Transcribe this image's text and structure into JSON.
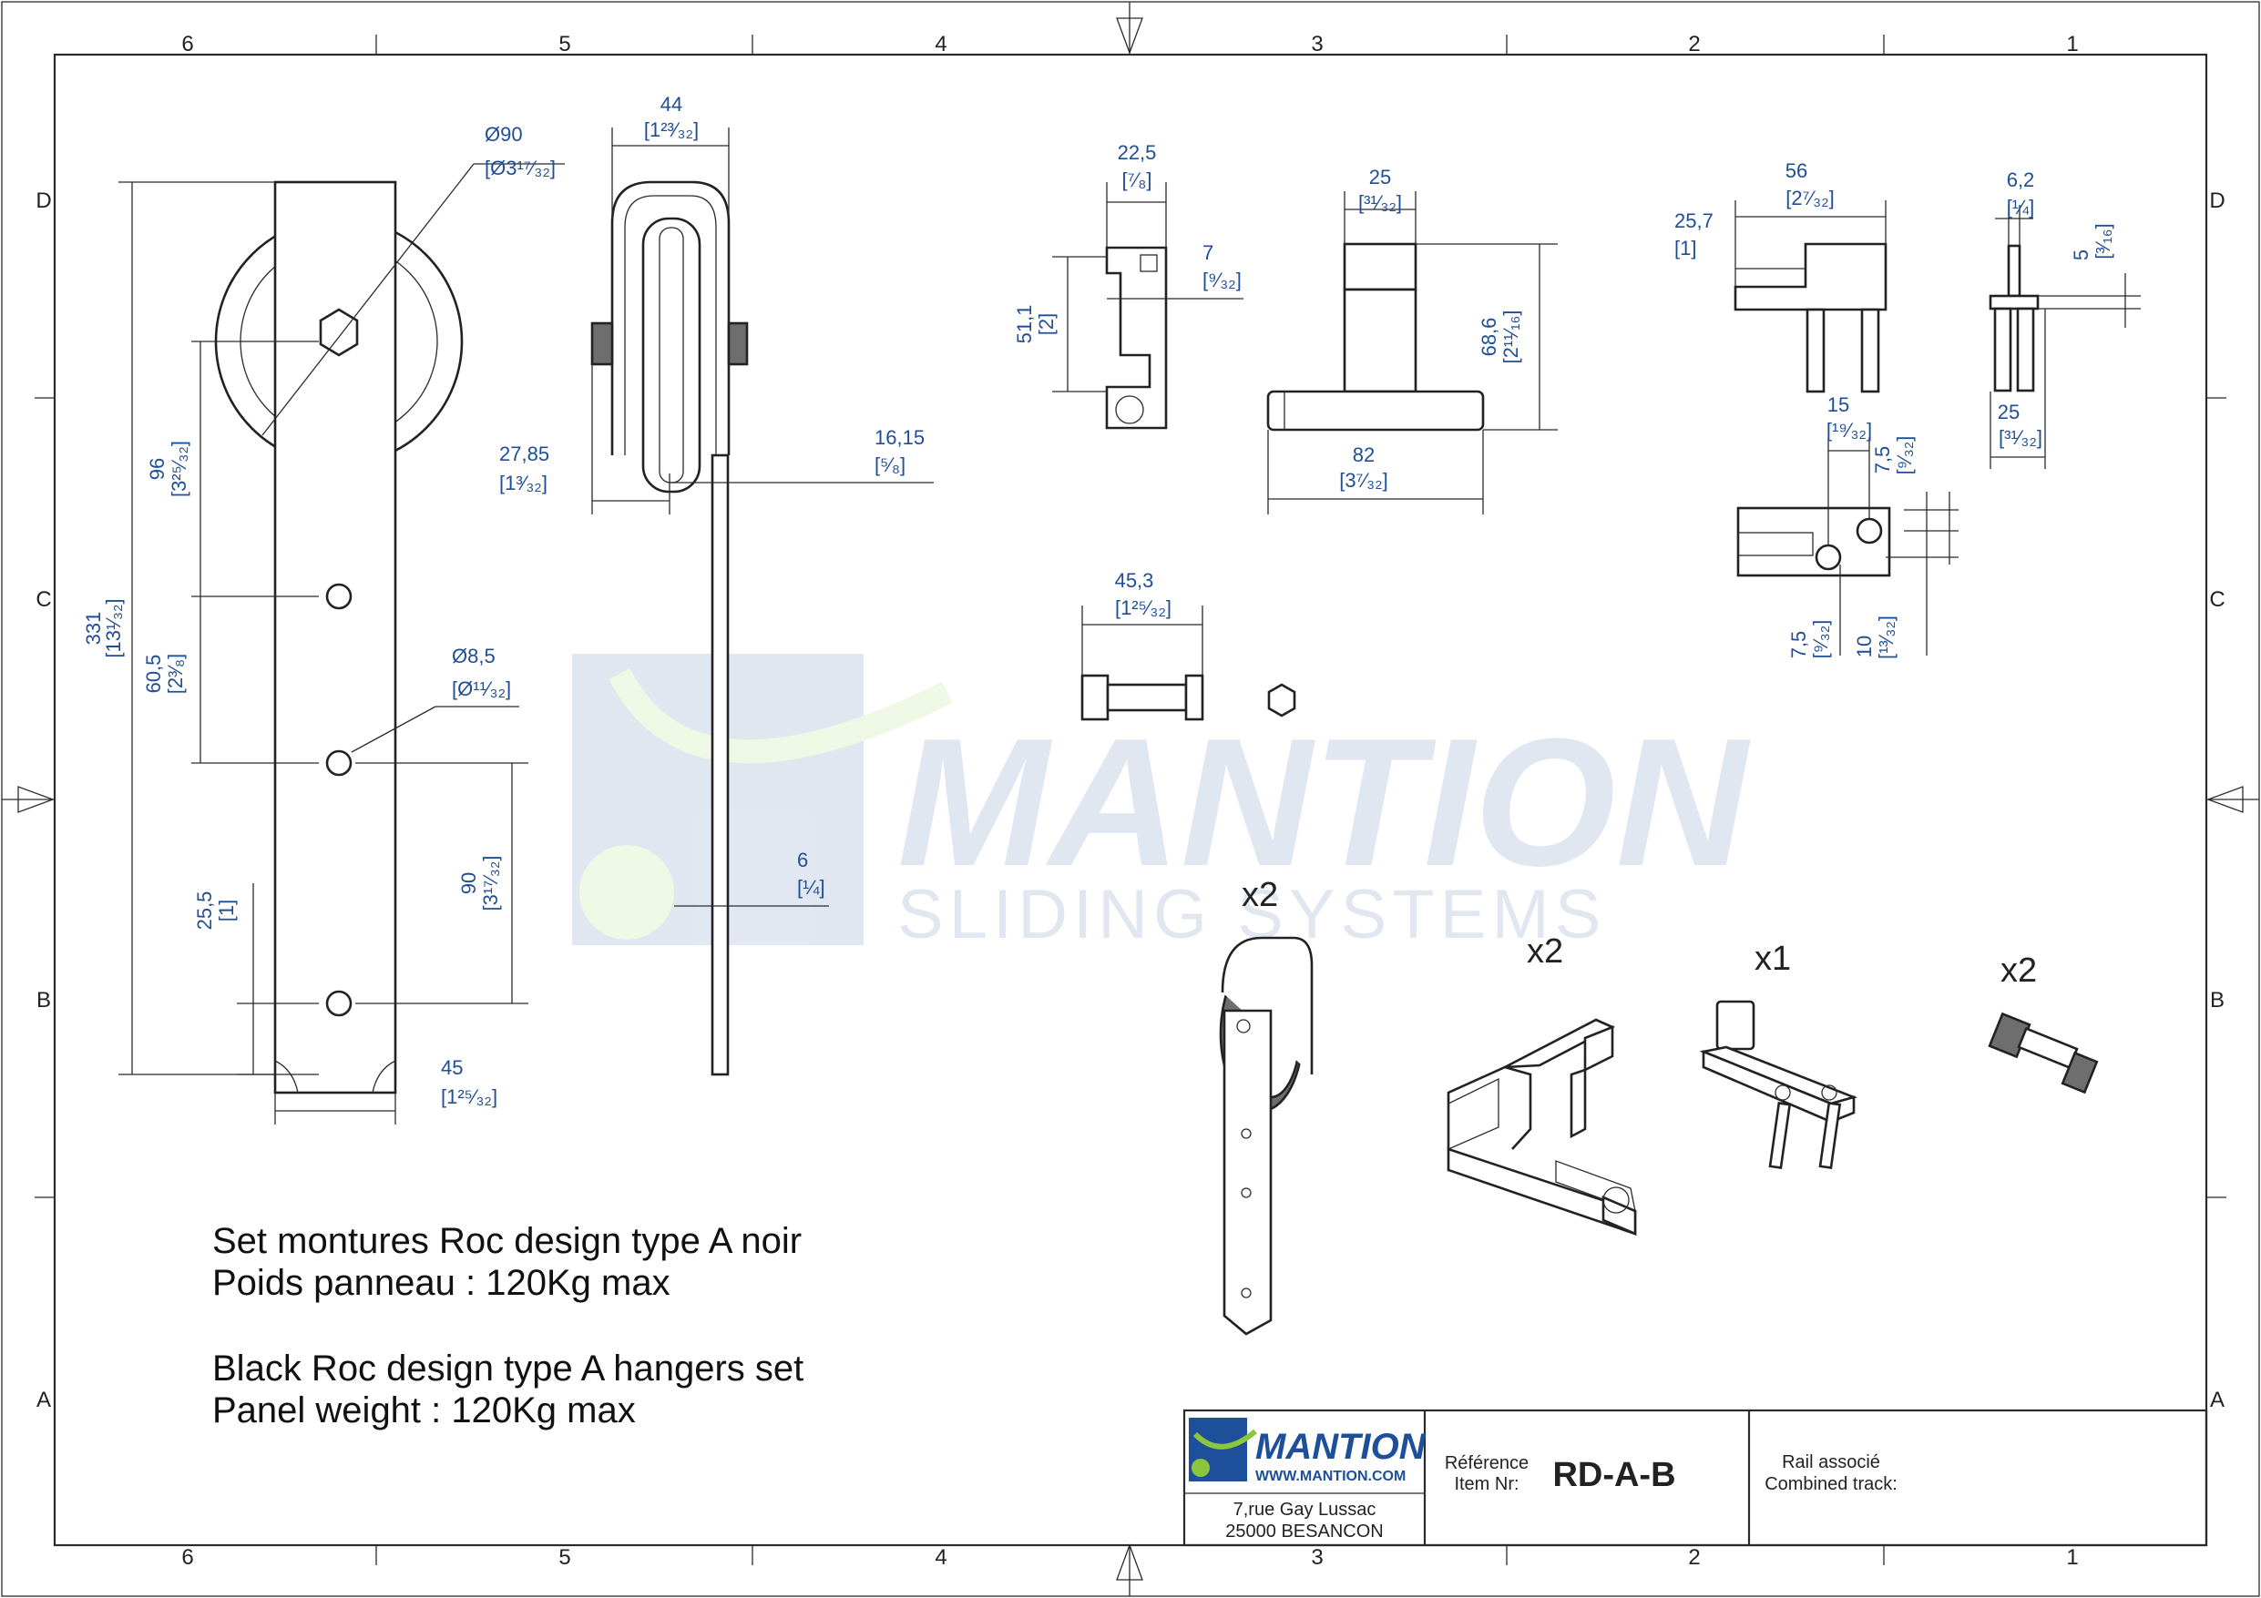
{
  "sheet": {
    "col_labels": [
      "6",
      "5",
      "4",
      "3",
      "2",
      "1"
    ],
    "row_labels": [
      "D",
      "C",
      "B",
      "A"
    ]
  },
  "watermark": {
    "brand": "MANTION",
    "tagline": "SLIDING SYSTEMS"
  },
  "dimensions": {
    "d90": "Ø90",
    "d90_in": "[Ø3¹⁷⁄₃₂]",
    "d44": "44",
    "d44_in": "[1²³⁄₃₂]",
    "d331": "331",
    "d331_in": "[13¹⁄₃₂]",
    "d96": "96",
    "d96_in": "[3²⁵⁄₃₂]",
    "d60": "60,5",
    "d60_in": "[2³⁄₈]",
    "d8": "Ø8,5",
    "d8_in": "[Ø¹¹⁄₃₂]",
    "d90b": "90",
    "d90b_in": "[3¹⁷⁄₃₂]",
    "d25": "25,5",
    "d25_in": "[1]",
    "d45": "45",
    "d45_in": "[1²⁵⁄₃₂]",
    "d2785": "27,85",
    "d2785_in": "[1³⁄₃₂]",
    "d1615": "16,15",
    "d1615_in": "[⁵⁄₈]",
    "d6": "6",
    "d6_in": "[¼]",
    "d225": "22,5",
    "d225_in": "[⁷⁄₈]",
    "d7": "7",
    "d7_in": "[⁹⁄₃₂]",
    "d511": "51,1",
    "d511_in": "[2]",
    "d25b": "25",
    "d25b_in": "[³¹⁄₃₂]",
    "d686": "68,6",
    "d686_in": "[2¹¹⁄₁₆]",
    "d82": "82",
    "d82_in": "[3⁷⁄₃₂]",
    "d453": "45,3",
    "d453_in": "[1²⁵⁄₃₂]",
    "d56": "56",
    "d56_in": "[2⁷⁄₃₂]",
    "d257": "25,7",
    "d257_in": "[1]",
    "d15": "15",
    "d15_in": "[¹⁹⁄₃₂]",
    "d75a": "7,5",
    "d75a_in": "[⁹⁄₃₂]",
    "d75b": "7,5",
    "d75b_in": "[⁹⁄₃₂]",
    "d10": "10",
    "d10_in": "[¹³⁄₃₂]",
    "d62": "6,2",
    "d62_in": "[¼]",
    "d5": "5",
    "d5_in": "[³⁄₁₆]",
    "d25c": "25",
    "d25c_in": "[³¹⁄₃₂]"
  },
  "quantities": [
    "x2",
    "x2",
    "x1",
    "x2"
  ],
  "description": {
    "fr_line1": "Set montures Roc design type A noir",
    "fr_line2": "Poids panneau : 120Kg max",
    "en_line1": "Black Roc design type A hangers set",
    "en_line2": "Panel weight : 120Kg max"
  },
  "title_block": {
    "logo_text": "MANTION",
    "logo_url": "WWW.MANTION.COM",
    "address_line1": "7,rue Gay Lussac",
    "address_line2": "25000 BESANCON",
    "ref_label_fr": "Référence",
    "ref_label_en": "Item Nr:",
    "ref_value": "RD-A-B",
    "rail_label_fr": "Rail associé",
    "rail_label_en": "Combined track:"
  },
  "colors": {
    "dimension": "#1f4e96",
    "logo_blue": "#1d4f9a",
    "logo_green": "#8cc63f"
  }
}
